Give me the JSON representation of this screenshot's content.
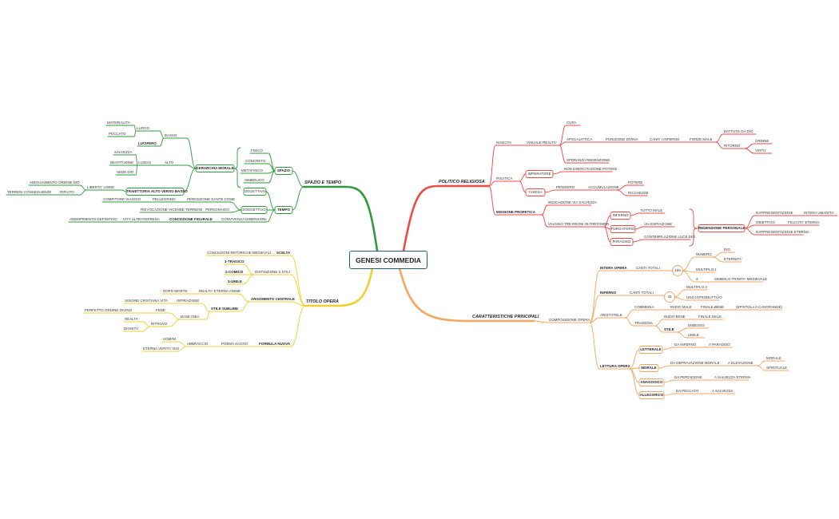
{
  "center": "GENESI COMMEDIA",
  "colors": {
    "politico_religiosa": "#ee4b45",
    "caratteristiche_principali": "#f7a55c",
    "titolo_opera": "#f3cf2f",
    "spazio_e_tempo": "#2e9a3c",
    "center_border": "#1f5f7a"
  },
  "branches": {
    "red": {
      "politico": "POLITICO-RELIGIOSA",
      "nascita": "NASCITA",
      "visuale": "VISUALE REALTA'",
      "cupa": "CUPA",
      "apoc": "APOCALITTICA",
      "punizione": "PUNIZIONE DIVINA",
      "cantiinf": "CANTI I INFERNO",
      "forze": "FORZE MALE",
      "battute": "BATTUTE DA DIO",
      "ritorno": "RITORNO",
      "ordine": "ORDINE",
      "virtu": "VIRTU'",
      "speranza": "SPERANZA REDENZIONE",
      "politica": "POLITICA",
      "imperatore": "IMPERATORE",
      "nonesp": "NON ESERCITAZIONE POTERE",
      "chiesa": "CHIESA",
      "pensiero": "PENSIERO",
      "accum": "ACCUMULAZIONE",
      "potere": "POTERE",
      "ricchezze": "RICCHEZZE",
      "missione": "MISSIONE PROFETICA",
      "indicazione": "INDICAZIONE VIA SALVEZZA",
      "viaggio": "VIAGGIO TRE REGNI OLTRETOMBA",
      "inferno": "INFERNO",
      "tutto": "TUTTO MALE",
      "purgatorio": "PURGATORIO",
      "espiazione": "VIA ESPIAZIONE",
      "paradiso": "PARADISO",
      "contemplazione": "CONTEMPLAZIONE LUCE DIO",
      "redenzione": "REDENZIONE PERSONALE",
      "rapp1": "RAPPRESENTAZIONE",
      "umanita": "INTERA UMANITA'",
      "obiettivo": "OBIETTIVO",
      "felicita": "FELICITA' ETERNA",
      "rapp2": "RAPPRESENTAZIONE ETERNO"
    },
    "orange": {
      "car": "CARATTERISTICHE PRINCIPALI",
      "comp": "COMPOSIZIONE OPERA",
      "intera": "INTERA OPERA",
      "cantitot1": "CANTI TOTALI",
      "c100": "100",
      "numero": "NUMERO",
      "dio": "DIO",
      "eternita": "ETERNITA'",
      "multiplo1": "MULTIPLO 1",
      "tre": "3",
      "simbolo": "SIMBOLO TRINITA' MEDIEVALE",
      "inferno": "INFERNO",
      "cantitot2": "CANTI TOTALI",
      "c33": "33",
      "multiplo3": "MULTIPLO 3",
      "uno": "UNO INTRODUTTIVO",
      "aristotele": "ARISTOTELE",
      "commedia": "COMMEDIA",
      "iniziomale": "INIZIO MALE",
      "finalebene": "FINALE BENE",
      "epistola": "(EPISTOLA A CANGRANDE)",
      "tragedia": "TRAGEDIA",
      "iniziobene": "INIZIO BENE",
      "finalemale": "FINALE MALE",
      "stile": "STILE",
      "dimesso": "DIMESSO",
      "umile": "UMILE",
      "lettura": "LETTURA OPERA",
      "letterale": "LETTERALE",
      "dainferno": "DA INFERNO",
      "aparadiso": "A PARADISO",
      "morale": "MORALE",
      "depravazione": "DA DEPRAVAZIONE MORALE",
      "elevazione": "A ELEVAZIONE",
      "morale2": "MORALE",
      "spirituale": "SPIRITUALE",
      "anagogico": "ANAGOGICO",
      "perdizione": "DA PERDIZIONE",
      "salvezzaeterna": "A SALVEZZA ETERNA",
      "allegorico": "ALLEGORICO",
      "peccato": "DA PECCATO",
      "salvezza": "A SALVEZZA"
    },
    "green": {
      "st": "SPAZIO E TEMPO",
      "spazio": "SPAZIO",
      "fisico": "FISICO",
      "concreto": "CONCRETO",
      "metafisico": "METAFISICO",
      "simbolico": "SIMBOLICO",
      "gerarchia": "GERARCHIA MORALE",
      "basso": "BASSO",
      "luogo1": "LUOGO",
      "materialita": "MATERIALITA'",
      "peccato": "PECCATO",
      "lucifero": "LUCIFERO",
      "alto": "ALTO",
      "luogo2": "LUOGO",
      "salvezza": "SALVEZZA",
      "beatitudine": "BEATITUDINE",
      "sededio": "SEDE DIO",
      "traiettoria": "TRAIETTORIA ALTO VERSO BASSO",
      "liberta": "LIBERTA' UOMO",
      "adeguamento": "ADEGUAMENTO ORDINE DIO",
      "rifiuto": "RIFIUTO",
      "terreni": "TERRENI CONSEGUENZE",
      "tempo": "TEMPO",
      "oggettivo": "OGGETTIVO",
      "soggettivo": "SOGGETTIVO",
      "percezione": "PERCEZIONE DANTE COME",
      "pellegrino": "PELLEGRINO",
      "compitore": "COMPITORE VIAGGIO",
      "personaggi": "PERSONAGGI",
      "rievocazione": "RIEVOCAZIONE VICENDE TERRENE",
      "convivenza": "CONVIVENZA DIMENSIONI",
      "concezione": "CONCEZIONE FIGURALE",
      "vita": "VITA ULTRATERRENA",
      "adempimento": "ADEMPIMENTO DEFINITIVO"
    },
    "yellow": {
      "titolo": "TITOLO OPERA",
      "scelta": "SCELTA",
      "concezioni": "CONCEZIONI RETORICHE MEDIEVALI",
      "distinzione": "DISTINZIONE 3 STILI",
      "tragico": "1-TRAGICO",
      "comico": "2-COMICO",
      "umile": "3-UMILE",
      "argomento": "ARGOMENTO CENTRALE",
      "realta_eterna": "REALTA' ETERNA ANIME",
      "dopomorte": "DOPO MORTE",
      "sublime": "STILE SUBLIME",
      "ispirazione": "ISPIRAZIONE",
      "visione": "VISIONE CRISTIANA VITA",
      "baseidea": "BASE IDEA",
      "fede": "FEDE",
      "perfetto": "PERFETTO ORDINE DIVINO",
      "ritrovo": "RITROVO",
      "realta": "REALTA'",
      "dignita": "DIGNITA'",
      "formula": "FORMULA NUOVA",
      "poema": "POEMA SACRO",
      "abbraccio": "ABBRACCIO",
      "uomini": "UOMINI",
      "eterna": "ETERNA VERITA' DIO"
    }
  }
}
